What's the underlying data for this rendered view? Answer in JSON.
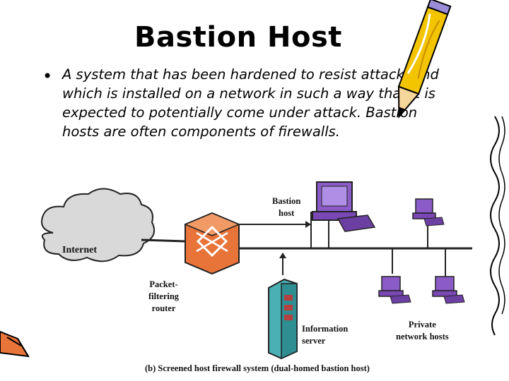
{
  "slide": {
    "title": "Bastion Host",
    "bullet": "A system that has been hardened to resist attack, and which is installed on a network in such a way that it is expected to potentially come under attack. Bastion hosts are often components of firewalls."
  },
  "diagram": {
    "labels": {
      "internet": "Internet",
      "bastion_1": "Bastion",
      "bastion_2": "host",
      "packet_1": "Packet-",
      "packet_2": "filtering",
      "packet_3": "router",
      "info_1": "Information",
      "info_2": "server",
      "private_1": "Private",
      "private_2": "network hosts"
    },
    "caption": "(b) Screened host firewall system (dual-homed bastion host)"
  },
  "colors": {
    "router": "#e8743a",
    "computer": "#8b5bc7",
    "server": "#4ab0b4",
    "cloud": "#d9d9d9",
    "pencil": "#f3c400"
  }
}
